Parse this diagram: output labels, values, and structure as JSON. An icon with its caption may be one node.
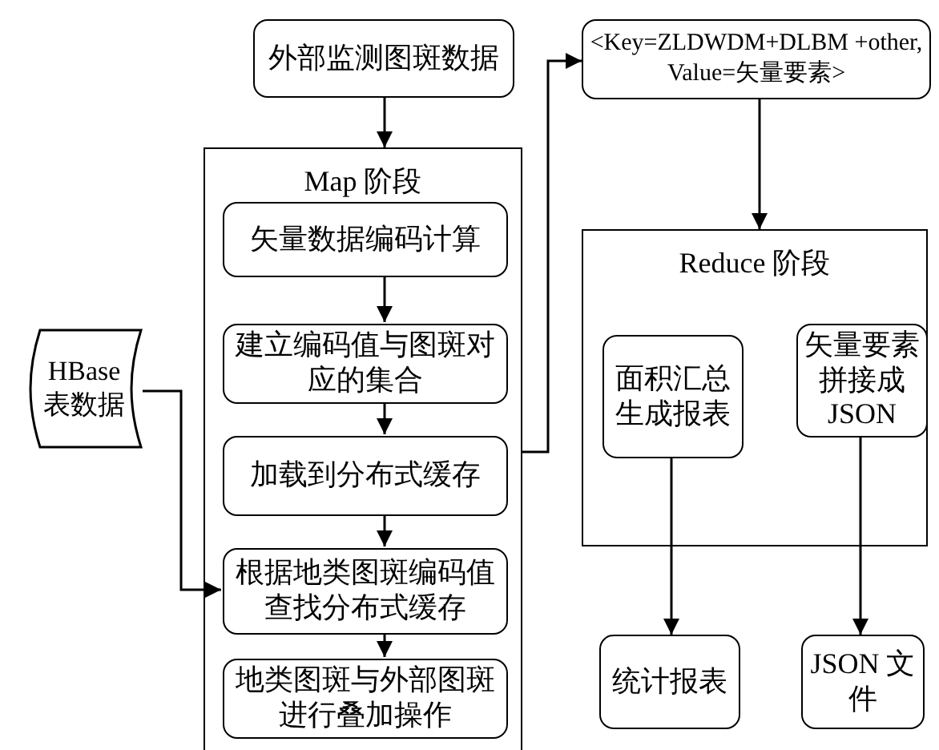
{
  "diagram": {
    "nodes": [
      {
        "text": [
          "外部监测图斑数据"
        ]
      },
      {
        "text": [
          "Map 阶段"
        ]
      },
      {
        "text": [
          "矢量数据编码计算"
        ],
        "in": 1
      },
      {
        "text": [
          "建立编码值与图斑对应的集合"
        ],
        "in": 1
      },
      {
        "text": [
          "加载到分布式缓存"
        ],
        "in": 1
      },
      {
        "text": [
          "根据地类图斑编码值查找分布式缓存"
        ],
        "in": 1
      },
      {
        "text": [
          "地类图斑与外部图斑进行叠加操作"
        ],
        "in": 1
      },
      {
        "text": [
          "HBase 表数据"
        ]
      },
      {
        "text": [
          "<Key=ZLDWDM+DLBM +other, Value=矢量要素>"
        ]
      },
      {
        "text": [
          "Reduce 阶段"
        ]
      },
      {
        "text": [
          "面积汇总生成报表"
        ],
        "in": 9
      },
      {
        "text": [
          "矢量要素拼接成 JSON"
        ],
        "in": 9
      },
      {
        "text": [
          "统计报表"
        ]
      },
      {
        "text": [
          "JSON 文件"
        ]
      }
    ],
    "edges": [
      {
        "from": 0,
        "to": 1,
        "arrow": "to"
      },
      {
        "from": 2,
        "to": 3,
        "arrow": "to"
      },
      {
        "from": 3,
        "to": 4,
        "arrow": "to"
      },
      {
        "from": 4,
        "to": 5,
        "arrow": "to"
      },
      {
        "from": 5,
        "to": 6,
        "arrow": "to"
      },
      {
        "from": 7,
        "to": 5,
        "arrow": "to"
      },
      {
        "from": 1,
        "to": 8,
        "arrow": "to"
      },
      {
        "from": 8,
        "to": 9,
        "arrow": "to"
      },
      {
        "from": 10,
        "to": 12,
        "arrow": "to"
      },
      {
        "from": 11,
        "to": 13,
        "arrow": "to"
      }
    ]
  }
}
